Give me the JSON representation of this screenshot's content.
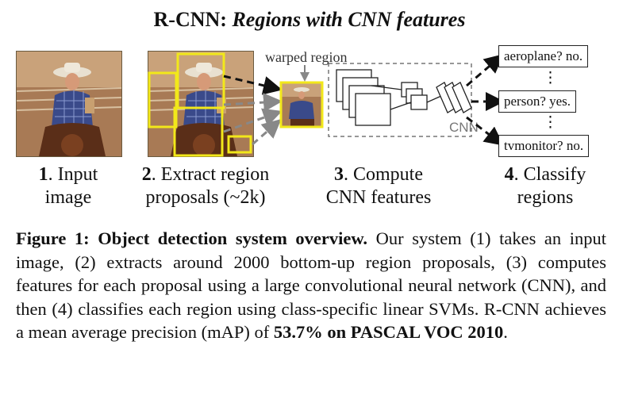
{
  "title": {
    "bold": "R-CNN: ",
    "italic": "Regions with CNN features"
  },
  "diagram": {
    "warped_label": "warped region",
    "cnn_label": "CNN",
    "classes": [
      {
        "text": "aeroplane? no."
      },
      {
        "text": "person? yes."
      },
      {
        "text": "tvmonitor? no."
      }
    ],
    "ellipsis": "⋮"
  },
  "steps": [
    {
      "num": "1",
      "line1": ". Input",
      "line2": "image"
    },
    {
      "num": "2",
      "line1": ". Extract region",
      "line2": "proposals (~2k)"
    },
    {
      "num": "3",
      "line1": ". Compute",
      "line2": "CNN features"
    },
    {
      "num": "4",
      "line1": ". Classify",
      "line2": "regions"
    }
  ],
  "caption": {
    "label": "Figure 1:",
    "bold_title": "Object detection system overview.",
    "body": "Our system (1) takes an input image, (2) extracts around 2000 bottom-up region proposals, (3) computes features for each proposal using a large convolutional neural network (CNN), and then (4) classifies each region using class-specific linear SVMs. R-CNN achieves a mean average precision (mAP) of ",
    "result_bold": "53.7% on PASCAL VOC 2010",
    "end": "."
  },
  "colors": {
    "proposal_box": "#f2e81a",
    "arrow_dark": "#111111",
    "arrow_gray": "#888888"
  }
}
